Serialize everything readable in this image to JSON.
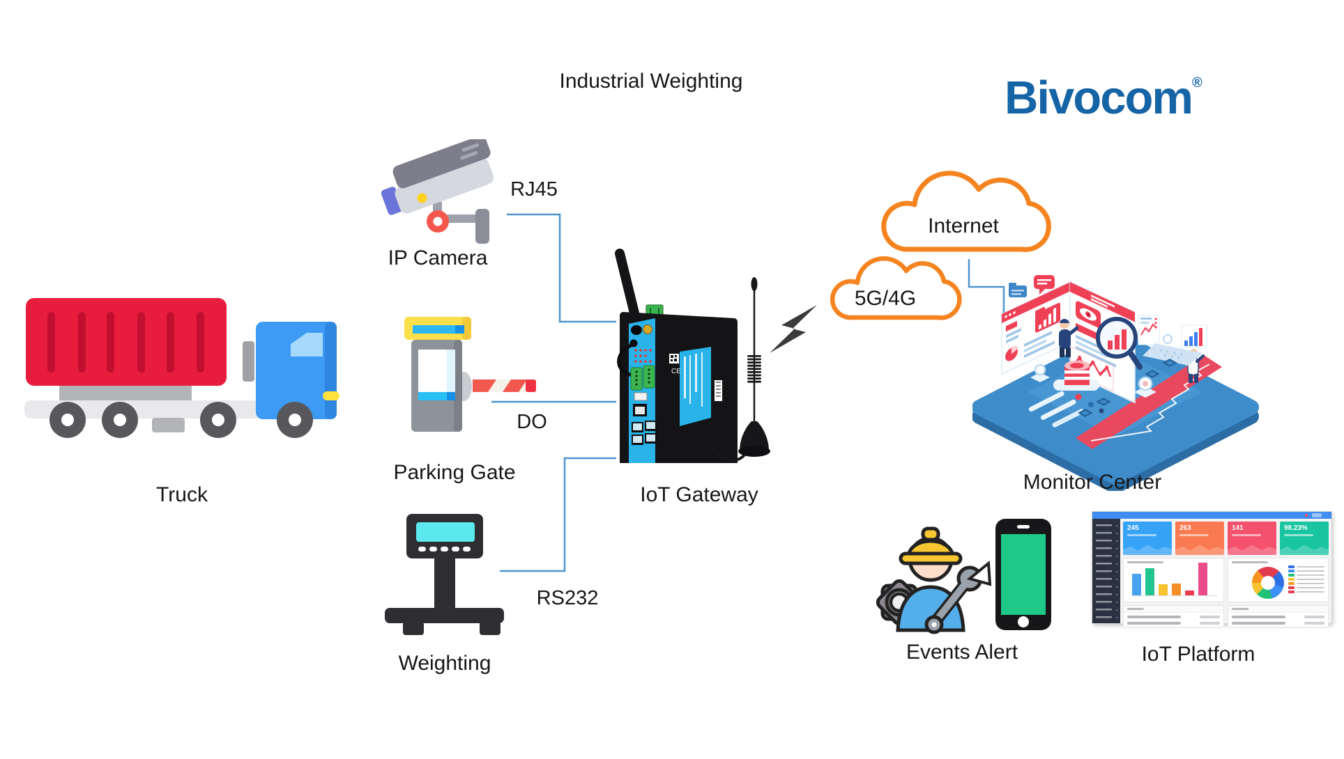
{
  "title": "Industrial Weighting",
  "brand": {
    "name": "Bivocom",
    "mark": "®",
    "color": "#1564a6"
  },
  "nodes": {
    "truck": {
      "label": "Truck"
    },
    "ip_camera": {
      "label": "IP Camera"
    },
    "parking_gate": {
      "label": "Parking Gate"
    },
    "weighting": {
      "label": "Weighting"
    },
    "iot_gateway": {
      "label": "IoT Gateway"
    },
    "monitor_center": {
      "label": "Monitor Center"
    },
    "events_alert": {
      "label": "Events Alert"
    },
    "iot_platform": {
      "label": "IoT Platform"
    }
  },
  "links": {
    "camera_to_gateway": {
      "label": "RJ45"
    },
    "gate_to_gateway": {
      "label": "DO"
    },
    "scale_to_gateway": {
      "label": "RS232"
    }
  },
  "clouds": {
    "internet": {
      "label": "Internet"
    },
    "cellular": {
      "label": "5G/4G"
    }
  },
  "gateway": {
    "side_label_ce": "CE"
  },
  "colors": {
    "connector_line": "#4f94cd",
    "cloud_outline": "#f5831f",
    "brand_blue": "#1564a6",
    "lightning_bolt": "#3b3b3e",
    "truck_red": "#e81c3c",
    "truck_cab_blue": "#3d9bf5",
    "gateway_face_blue": "#2ab3e8",
    "phone_screen_green": "#1ec887"
  },
  "iot_platform_dashboard": {
    "stat_cards": [
      {
        "value": "245",
        "color": "#36a3f7"
      },
      {
        "value": "263",
        "color": "#f97a51"
      },
      {
        "value": "141",
        "color": "#f4516c"
      },
      {
        "value": "98.23%",
        "color": "#19c5a0"
      }
    ],
    "bar_chart": {
      "type": "bar",
      "values_relative": [
        0.55,
        0.7,
        0.28,
        0.3,
        0.12,
        0.85
      ],
      "colors": [
        "#4aa3f0",
        "#22c48f",
        "#f7c32e",
        "#f78f28",
        "#ef3b4e",
        "#ea4c89"
      ]
    },
    "donut_chart": {
      "type": "pie",
      "segments_relative": [
        0.12,
        0.17,
        0.17,
        0.16,
        0.13,
        0.14,
        0.11
      ],
      "colors": [
        "#e23b4e",
        "#2f6fe4",
        "#3e8ef7",
        "#21c178",
        "#f7c32e",
        "#f7941e",
        "#e23b4e"
      ],
      "legend_rows": 7
    }
  }
}
